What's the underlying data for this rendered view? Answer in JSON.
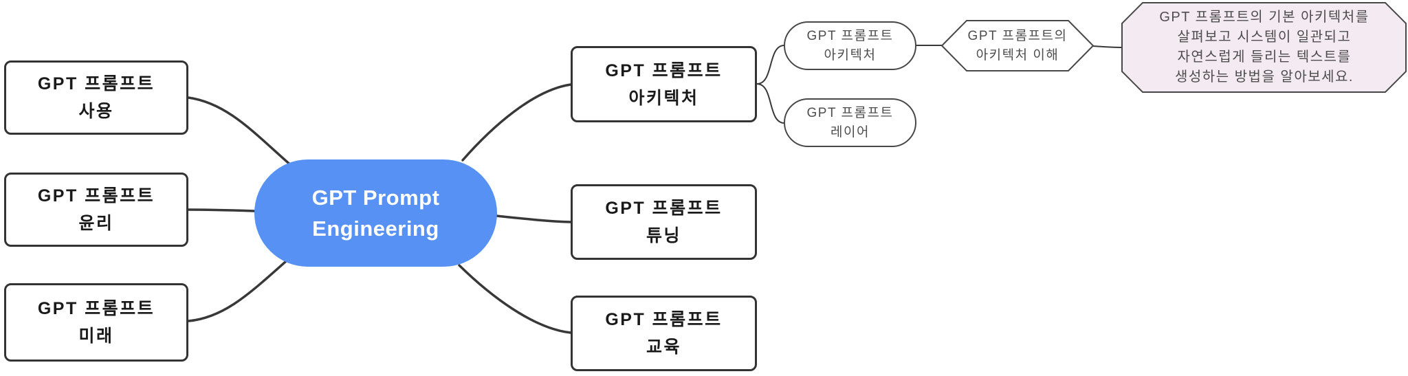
{
  "colors": {
    "root_fill": "#5691f3",
    "root_text_color": "#ffffff",
    "node_fill": "#ffffff",
    "node_border": "#333333",
    "node_text_color": "#1a1a1a",
    "sub_border": "#474747",
    "sub_text_color": "#4d4d4d",
    "edge_color": "#383838",
    "detail_fill": "#f4eaf1"
  },
  "mindmap": {
    "root": {
      "line1": "GPT Prompt",
      "line2": "Engineering"
    },
    "left": [
      {
        "line1": "GPT 프롬프트",
        "line2": "사용"
      },
      {
        "line1": "GPT 프롬프트",
        "line2": "윤리"
      },
      {
        "line1": "GPT 프롬프트",
        "line2": "미래"
      }
    ],
    "right": [
      {
        "line1": "GPT 프롬프트",
        "line2": "아키텍처"
      },
      {
        "line1": "GPT 프롬프트",
        "line2": "튜닝"
      },
      {
        "line1": "GPT 프롬프트",
        "line2": "교육"
      }
    ],
    "architecture_children": [
      {
        "line1": "GPT 프롬프트",
        "line2": "아키텍처"
      },
      {
        "line1": "GPT 프롬프트",
        "line2": "레이어"
      }
    ],
    "understanding": {
      "line1": "GPT 프롬프트의",
      "line2": "아키텍처 이해"
    },
    "detail": {
      "line1": "GPT 프롬프트의 기본 아키텍처를",
      "line2": "살펴보고 시스템이 일관되고",
      "line3": "자연스럽게 들리는 텍스트를",
      "line4": "생성하는 방법을 알아보세요."
    }
  }
}
